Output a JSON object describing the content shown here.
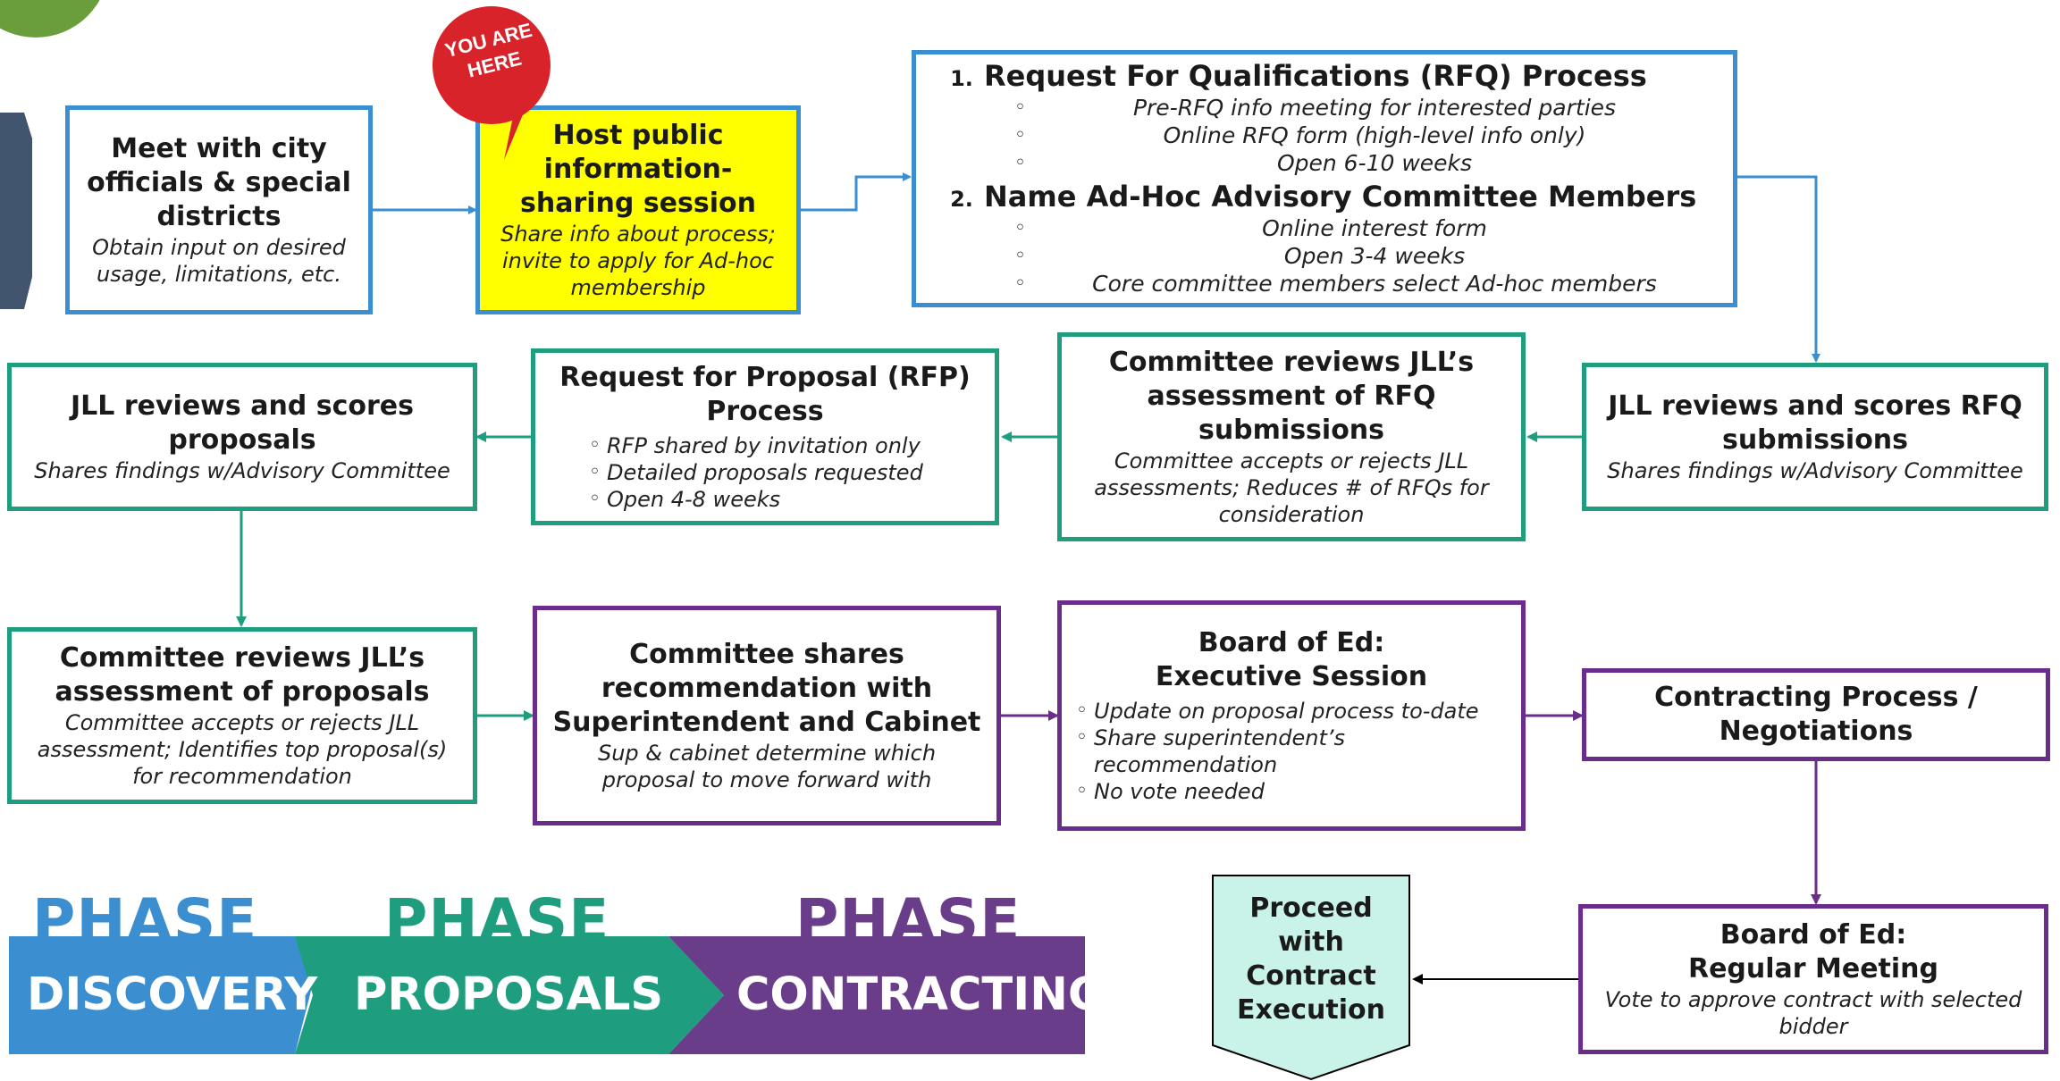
{
  "badge": {
    "line1": "YOU ARE",
    "line2": "HERE"
  },
  "boxes": {
    "meet": {
      "title": "Meet with city officials & special districts",
      "sub": "Obtain input on desired usage, limitations, etc."
    },
    "host": {
      "title": "Host public information-sharing session",
      "sub": "Share info about process; invite to apply for Ad-hoc membership"
    },
    "rfq": {
      "items": [
        {
          "num": "1.",
          "title": "Request For Qualifications (RFQ) Process",
          "bullets": [
            "Pre-RFQ info meeting for interested parties",
            "Online RFQ form (high-level info only)",
            "Open 6-10 weeks"
          ]
        },
        {
          "num": "2.",
          "title": "Name Ad-Hoc Advisory Committee Members",
          "bullets": [
            "Online interest form",
            "Open 3-4 weeks",
            "Core committee members select Ad-hoc members"
          ]
        }
      ]
    },
    "jll_rfq": {
      "title": "JLL reviews and scores RFQ submissions",
      "sub": "Shares findings w/Advisory Committee"
    },
    "committee_rfq": {
      "title": "Committee reviews JLL’s assessment of RFQ submissions",
      "sub": "Committee accepts or rejects JLL assessments; Reduces # of RFQs for consideration"
    },
    "rfp": {
      "title": "Request for Proposal (RFP) Process",
      "bullets": [
        "RFP shared by invitation only",
        "Detailed proposals requested",
        "Open 4-8 weeks"
      ]
    },
    "jll_proposals": {
      "title": "JLL reviews and scores proposals",
      "sub": "Shares findings w/Advisory Committee"
    },
    "committee_proposals": {
      "title": "Committee reviews JLL’s assessment of proposals",
      "sub": "Committee accepts or rejects JLL assessment; Identifies top proposal(s) for recommendation"
    },
    "committee_shares": {
      "title": "Committee shares recommendation with Superintendent and Cabinet",
      "sub": "Sup & cabinet determine which proposal to move forward with"
    },
    "board_exec": {
      "title1": "Board of Ed:",
      "title2": "Executive Session",
      "bullets": [
        "Update on proposal process to-date",
        "Share superintendent’s recommendation",
        "No vote needed"
      ]
    },
    "contracting": {
      "title": "Contracting Process / Negotiations"
    },
    "board_regular": {
      "title1": "Board of Ed:",
      "title2": "Regular Meeting",
      "sub": "Vote to approve contract with selected bidder"
    },
    "proceed": {
      "title": "Proceed with Contract Execution"
    }
  },
  "phases": [
    {
      "word": "PHASE",
      "label": "DISCOVERY",
      "color": "#3b8fd0"
    },
    {
      "word": "PHASE",
      "label": "PROPOSALS",
      "color": "#1e9e7e"
    },
    {
      "word": "PHASE",
      "label": "CONTRACTING",
      "color": "#6a3d8a"
    }
  ],
  "colors": {
    "blue": "#3b8fd0",
    "green": "#1e9e7e",
    "purple": "#6a2d8c",
    "highlight": "#ffff00",
    "badge": "#d8232a",
    "proceed_fill": "#c9f2e8"
  }
}
